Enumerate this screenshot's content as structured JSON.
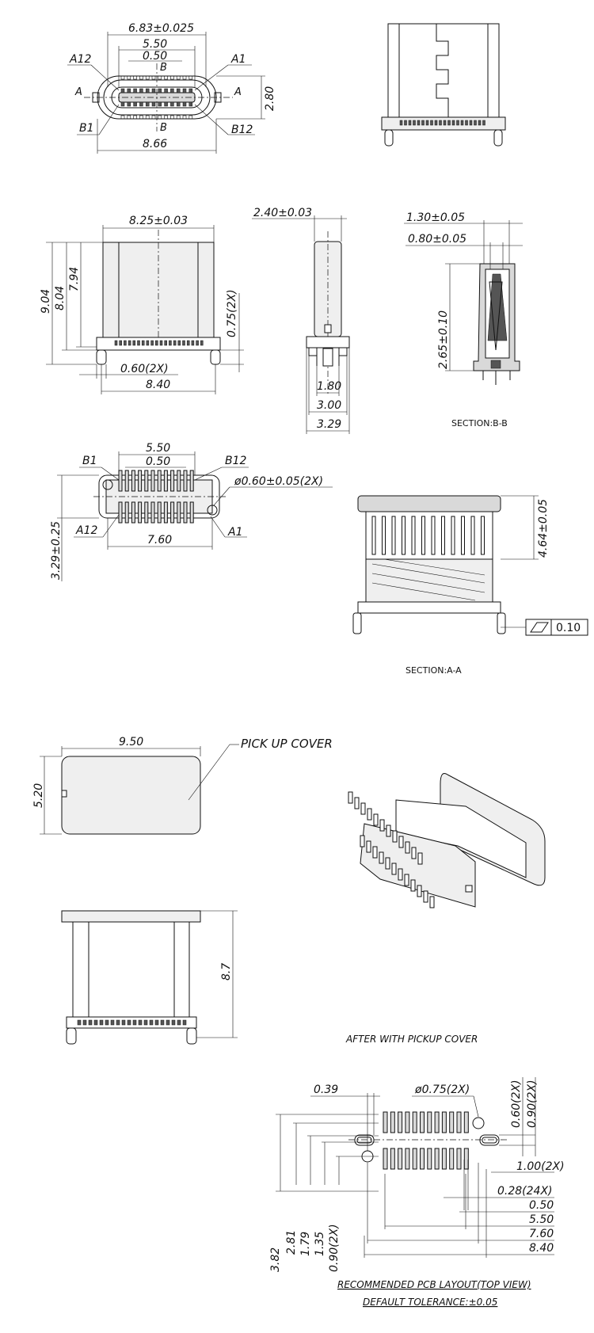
{
  "top_view": {
    "dim_width": "6.83±0.025",
    "dim_pitch_span": "5.50",
    "dim_pitch": "0.50",
    "dim_height": "2.80",
    "dim_overall": "8.66",
    "pin_a12": "A12",
    "pin_a1": "A1",
    "pin_b1": "B1",
    "pin_b12": "B12",
    "section_b": "B",
    "section_a": "A"
  },
  "front_view": {
    "dim_width": "8.25±0.03",
    "dim_h1": "9.04",
    "dim_h2": "8.04",
    "dim_h3": "7.94",
    "dim_leg_side": "0.75(2X)",
    "dim_leg": "0.60(2X)",
    "dim_base": "8.40"
  },
  "side_view": {
    "dim_top": "2.40±0.03",
    "dim_a": "1.80",
    "dim_b": "3.00",
    "dim_c": "3.29"
  },
  "section_bb": {
    "dim_a": "1.30±0.05",
    "dim_b": "0.80±0.05",
    "dim_h": "2.65±0.10",
    "caption": "SECTION:B-B"
  },
  "bottom_view": {
    "dim_span": "5.50",
    "dim_pitch": "0.50",
    "pin_b1": "B1",
    "pin_b12": "B12",
    "pin_a12": "A12",
    "pin_a1": "A1",
    "dim_hole": "ø0.60±0.05(2X)",
    "dim_peg": "7.60",
    "dim_height": "3.29±0.25"
  },
  "section_aa": {
    "dim_h": "4.64±0.05",
    "flatness": "0.10",
    "caption": "SECTION:A-A"
  },
  "pickup_cover": {
    "dim_w": "9.50",
    "dim_h": "5.20",
    "label": "PICK UP COVER"
  },
  "cover_side": {
    "dim_h": "8.7"
  },
  "iso_view": {
    "caption": "AFTER WITH PICKUP COVER"
  },
  "pcb_layout": {
    "dim_039": "0.39",
    "dim_hole": "ø0.75(2X)",
    "dim_060": "0.60(2X)",
    "dim_090v": "0.90(2X)",
    "dim_100": "1.00(2X)",
    "dim_028": "0.28(24X)",
    "dim_050": "0.50",
    "dim_550": "5.50",
    "dim_760": "7.60",
    "dim_840": "8.40",
    "dim_382": "3.82",
    "dim_281": "2.81",
    "dim_179": "1.79",
    "dim_135": "1.35",
    "dim_090": "0.90(2X)",
    "title": "RECOMMENDED PCB LAYOUT(TOP VIEW)",
    "tolerance": "DEFAULT TOLERANCE:±0.05"
  }
}
